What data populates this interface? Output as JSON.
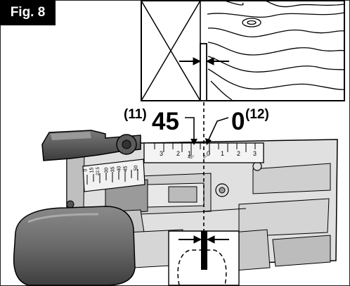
{
  "figure": {
    "label": "Fig. 8"
  },
  "callouts": {
    "left_ref": "(11)",
    "left_value": "45",
    "right_ref": "(12)",
    "right_value": "0"
  },
  "scale_right": {
    "ticks": [
      "3",
      "2",
      "1",
      "0",
      "1",
      "2",
      "3"
    ],
    "small_labels": [
      "45°",
      "0°"
    ]
  },
  "scale_bevel": {
    "ticks": [
      "0",
      "15",
      "22.5",
      "30",
      "35",
      "40",
      "45",
      "50"
    ]
  },
  "colors": {
    "ink": "#000000",
    "body_light": "#d9d9d9",
    "body_dark": "#5a5a5a",
    "handle": "#6b6b6b"
  }
}
